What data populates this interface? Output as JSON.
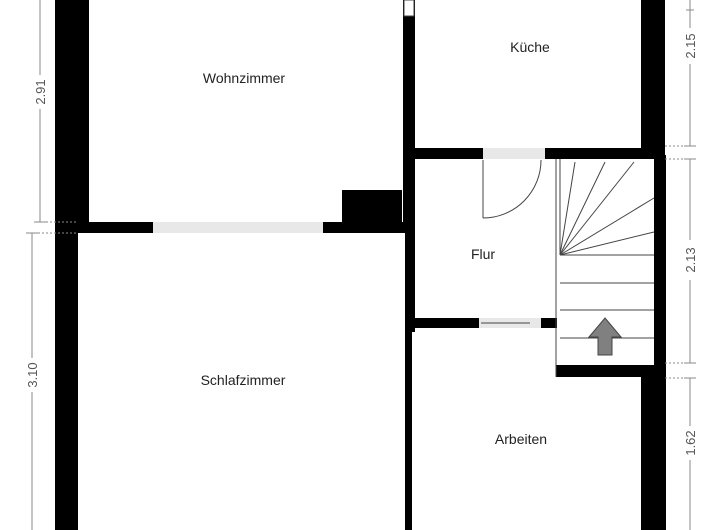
{
  "rooms": {
    "wohnzimmer": "Wohnzimmer",
    "kueche": "Küche",
    "flur": "Flur",
    "schlafzimmer": "Schlafzimmer",
    "arbeiten": "Arbeiten"
  },
  "dimensions": {
    "left_top": "2.91",
    "left_bottom": "3.10",
    "right_top": "2.15",
    "right_middle": "2.13",
    "right_bottom": "1.62"
  },
  "colors": {
    "wall": "#000000",
    "opening": "#e8e8e8",
    "dimension": "#8a8a8a",
    "arrow": "#808080"
  },
  "icons": {
    "stair_arrow": "up-arrow-icon"
  }
}
